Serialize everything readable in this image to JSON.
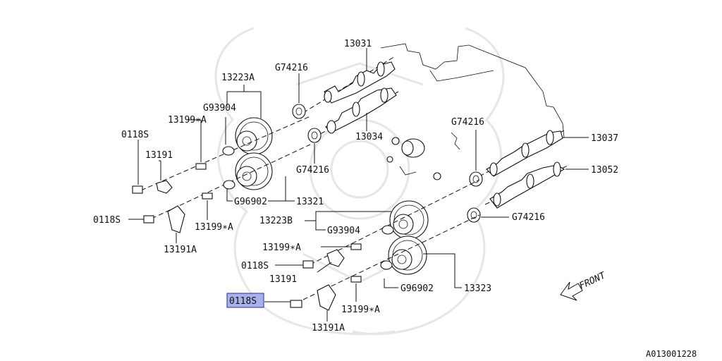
{
  "labels": {
    "p13031": "13031",
    "p13034": "13034",
    "p13037": "13037",
    "p13052": "13052",
    "p13223A": "13223A",
    "p13223B": "13223B",
    "p13321": "13321",
    "p13323": "13323",
    "g74216_top": "G74216",
    "g74216_mid": "G74216",
    "g74216_right_top": "G74216",
    "g74216_right_bottom": "G74216",
    "g93904_upper": "G93904",
    "g93904_lower": "G93904",
    "g96902_upper": "G96902",
    "g96902_lower": "G96902",
    "p13199A_1": "13199∗A",
    "p13199A_2": "13199∗A",
    "p13199A_3": "13199∗A",
    "p13199A_4": "13199∗A",
    "p0118S_1": "0118S",
    "p0118S_2": "0118S",
    "p0118S_3": "0118S",
    "p0118S_4": "0118S",
    "p13191_1": "13191",
    "p13191_2": "13191",
    "p13191A_1": "13191A",
    "p13191A_2": "13191A"
  },
  "front_label": "FRONT",
  "diagram_code": "A013001228",
  "highlighted_part": "0118S",
  "colors": {
    "highlight_fill": "#a9b1ea",
    "highlight_border": "#2a2f8a",
    "line": "#111111"
  }
}
